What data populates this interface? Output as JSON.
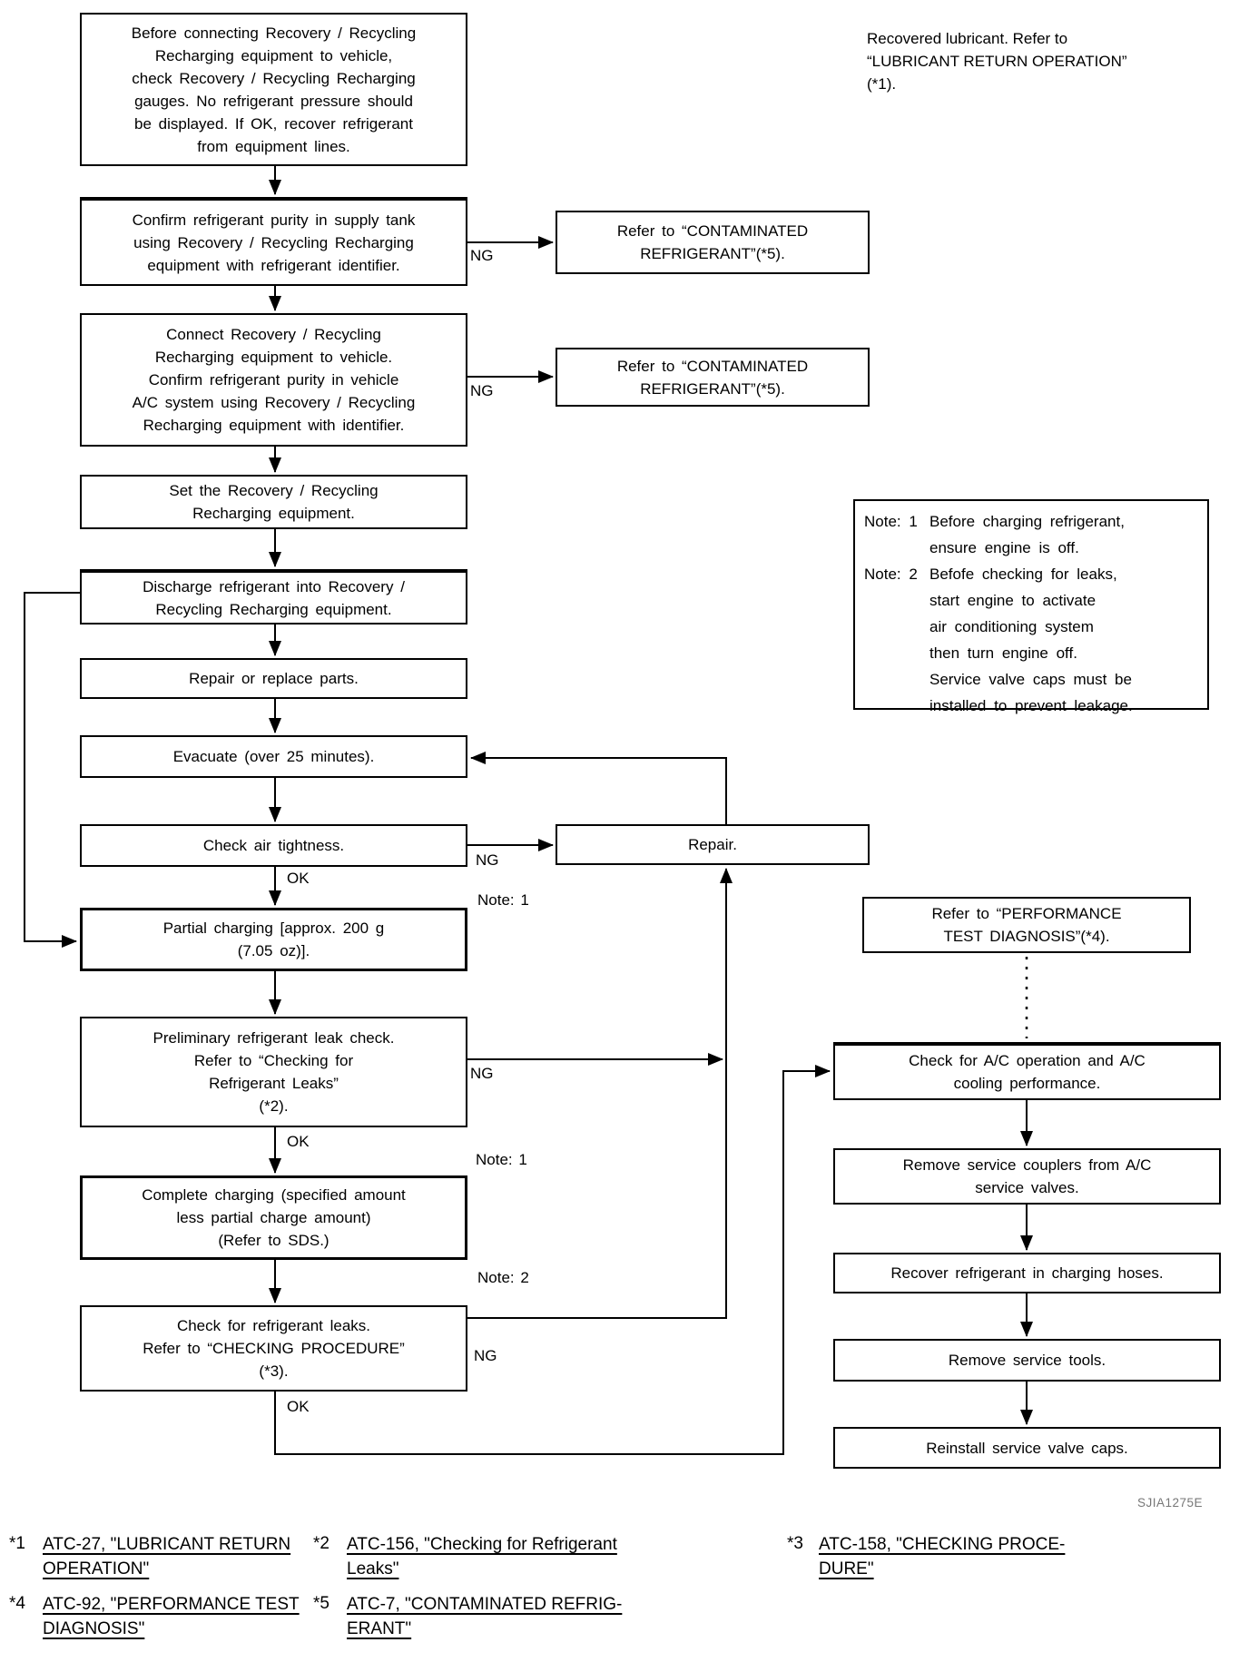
{
  "header_note": {
    "lines": [
      "Recovered lubricant. Refer to",
      "“LUBRICANT RETURN OPERATION”",
      "(*1)."
    ]
  },
  "process": {
    "before_connecting": {
      "lines": [
        "Before connecting Recovery / Recycling",
        "Recharging equipment to vehicle,",
        "check Recovery / Recycling Recharging",
        "gauges. No refrigerant pressure should",
        "be displayed. If OK, recover refrigerant",
        "from equipment lines."
      ]
    },
    "confirm_purity_supply_tank": {
      "lines": [
        "Confirm refrigerant purity in supply tank",
        "using Recovery / Recycling Recharging",
        "equipment with refrigerant identifier."
      ]
    },
    "connect_equipment": {
      "lines": [
        "Connect Recovery / Recycling",
        "Recharging equipment to vehicle.",
        "Confirm refrigerant purity in vehicle",
        "A/C system using Recovery / Recycling",
        "Recharging equipment with identifier."
      ]
    },
    "set_equipment": {
      "lines": [
        "Set the Recovery / Recycling",
        "Recharging equipment."
      ]
    },
    "discharge_refrigerant": {
      "lines": [
        "Discharge refrigerant into Recovery /",
        "Recycling Recharging equipment."
      ]
    },
    "repair_or_replace": {
      "lines": [
        "Repair or replace parts."
      ]
    },
    "evacuate": {
      "lines": [
        "Evacuate (over 25 minutes)."
      ]
    },
    "check_air_tightness": {
      "lines": [
        "Check air tightness."
      ]
    },
    "partial_charging": {
      "lines": [
        "Partial charging [approx. 200 g",
        "(7.05 oz)]."
      ]
    },
    "preliminary_leak_check": {
      "lines": [
        "Preliminary refrigerant leak check.",
        "Refer to “Checking for",
        "Refrigerant Leaks”",
        "(*2)."
      ]
    },
    "complete_charging": {
      "lines": [
        "Complete charging (specified amount",
        "less partial charge amount)",
        "(Refer to SDS.)"
      ]
    },
    "check_refrigerant_leaks": {
      "lines": [
        "Check for refrigerant leaks.",
        "Refer to “CHECKING PROCEDURE”",
        "(*3)."
      ]
    }
  },
  "side": {
    "contaminated_1": {
      "lines": [
        "Refer to “CONTAMINATED",
        "REFRIGERANT”(*5)."
      ]
    },
    "contaminated_2": {
      "lines": [
        "Refer to “CONTAMINATED",
        "REFRIGERANT”(*5)."
      ]
    },
    "repair": {
      "lines": [
        "Repair."
      ]
    },
    "performance_test": {
      "lines": [
        "Refer to “PERFORMANCE",
        "TEST DIAGNOSIS”(*4)."
      ]
    }
  },
  "notes_box": {
    "items": [
      {
        "label": "Note: 1",
        "text": [
          "Before charging refrigerant,",
          "ensure engine is off."
        ]
      },
      {
        "label": "Note: 2",
        "text": [
          "Befofe checking for leaks,",
          "start engine to activate",
          "air conditioning system",
          "then turn engine off.",
          "Service valve caps must be",
          "installed to prevent leakage."
        ]
      }
    ]
  },
  "right_column": {
    "check_ac_operation": {
      "lines": [
        "Check for A/C operation and A/C",
        "cooling performance."
      ]
    },
    "remove_couplers": {
      "lines": [
        "Remove service couplers from A/C",
        "service valves."
      ]
    },
    "recover_hoses": {
      "lines": [
        "Recover refrigerant in charging hoses."
      ]
    },
    "remove_tools": {
      "lines": [
        "Remove service tools."
      ]
    },
    "reinstall_caps": {
      "lines": [
        "Reinstall service valve caps."
      ]
    }
  },
  "labels": {
    "ng1": "NG",
    "ng2": "NG",
    "ng3": "NG",
    "ng4": "NG",
    "ng5": "NG",
    "ok1": "OK",
    "ok2": "OK",
    "ok3": "OK",
    "note1a": "Note: 1",
    "note1b": "Note: 1",
    "note2": "Note: 2"
  },
  "figure_code": "SJIA1275E",
  "footnotes": [
    {
      "num": "*1",
      "text": [
        "ATC-27, \"LUBRICANT RETURN",
        "OPERATION\""
      ]
    },
    {
      "num": "*2",
      "text": [
        "ATC-156, \"Checking for Refrigerant",
        "Leaks\""
      ]
    },
    {
      "num": "*3",
      "text": [
        "ATC-158, \"CHECKING PROCE-",
        "DURE\""
      ]
    },
    {
      "num": "*4",
      "text": [
        "ATC-92, \"PERFORMANCE TEST",
        "DIAGNOSIS\""
      ]
    },
    {
      "num": "*5",
      "text": [
        "ATC-7, \"CONTAMINATED REFRIG-",
        "ERANT\""
      ]
    }
  ]
}
